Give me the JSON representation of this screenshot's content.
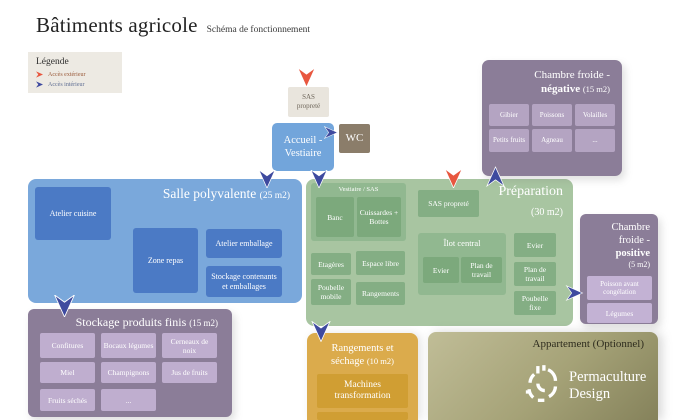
{
  "header": {
    "title": "Bâtiments agricole",
    "subtitle": "Schéma de fonctionnement"
  },
  "legend": {
    "title": "Légende",
    "items": [
      {
        "label": "Accès extérieur",
        "arrow_color": "#E8573F"
      },
      {
        "label": "Accès intérieur",
        "arrow_color": "#3E4A9F"
      }
    ]
  },
  "colors": {
    "exterior_arrow": "#E8573F",
    "interior_arrow": "#3E4A9F",
    "blue_room": "#7AA8DB",
    "blue_sub": "#4B7AC5",
    "green_room": "#A8C5A1",
    "purple_room": "#8B7D98",
    "gold_room": "#DBAB4C",
    "olive_room": "#A5A277"
  },
  "entry_sas": {
    "line1": "SAS",
    "line2": "propreté"
  },
  "accueil": {
    "line1": "Accueil -",
    "line2": "Vestiaire"
  },
  "wc": {
    "label": "WC"
  },
  "salle": {
    "title": "Salle polyvalente",
    "size": "(25 m2)",
    "rooms": [
      "Atelier cuisine",
      "Zone repas",
      "Atelier emballage",
      "Stockage contenants et emballages"
    ]
  },
  "prep": {
    "title": "Préparation",
    "size": "(30 m2)",
    "vestiaire": {
      "label": "Vestiaire / SAS",
      "items": [
        "Banc",
        "Cuissardes + Bottes"
      ]
    },
    "sas": {
      "label": "SAS propreté"
    },
    "left": [
      "Etagères",
      "Espace libre",
      "Poubelle mobile",
      "Rangements"
    ],
    "ilot": {
      "label": "Îlot central",
      "items": [
        "Evier",
        "Plan de travail"
      ]
    },
    "right": [
      "Evier",
      "Plan de travail",
      "Poubelle fixe"
    ]
  },
  "cfn": {
    "title_line": "Chambre froide -",
    "bold": "négative",
    "size": "(15 m2)",
    "items": [
      "Gibier",
      "Poissons",
      "Volailles",
      "Petits fruits",
      "Agneau",
      "..."
    ]
  },
  "cfp": {
    "line1": "Chambre",
    "line2": "froide -",
    "bold": "positive",
    "size": "(5 m2)",
    "items": [
      "Poisson avant congélation",
      "Légumes"
    ]
  },
  "stock": {
    "title": "Stockage produits finis",
    "size": "(15 m2)",
    "items": [
      "Confitures",
      "Bocaux légumes",
      "Cerneaux de noix",
      "Miel",
      "Champignons",
      "Jus de fruits",
      "Fruits séchés",
      "..."
    ]
  },
  "rang": {
    "title_line1": "Rangements et",
    "title_line2": "séchage",
    "size": "(10 m2)",
    "items": [
      "Machines transformation"
    ]
  },
  "appart": {
    "title": "Appartement (Optionnel)",
    "brand_line1": "Permaculture",
    "brand_line2": "Design"
  }
}
